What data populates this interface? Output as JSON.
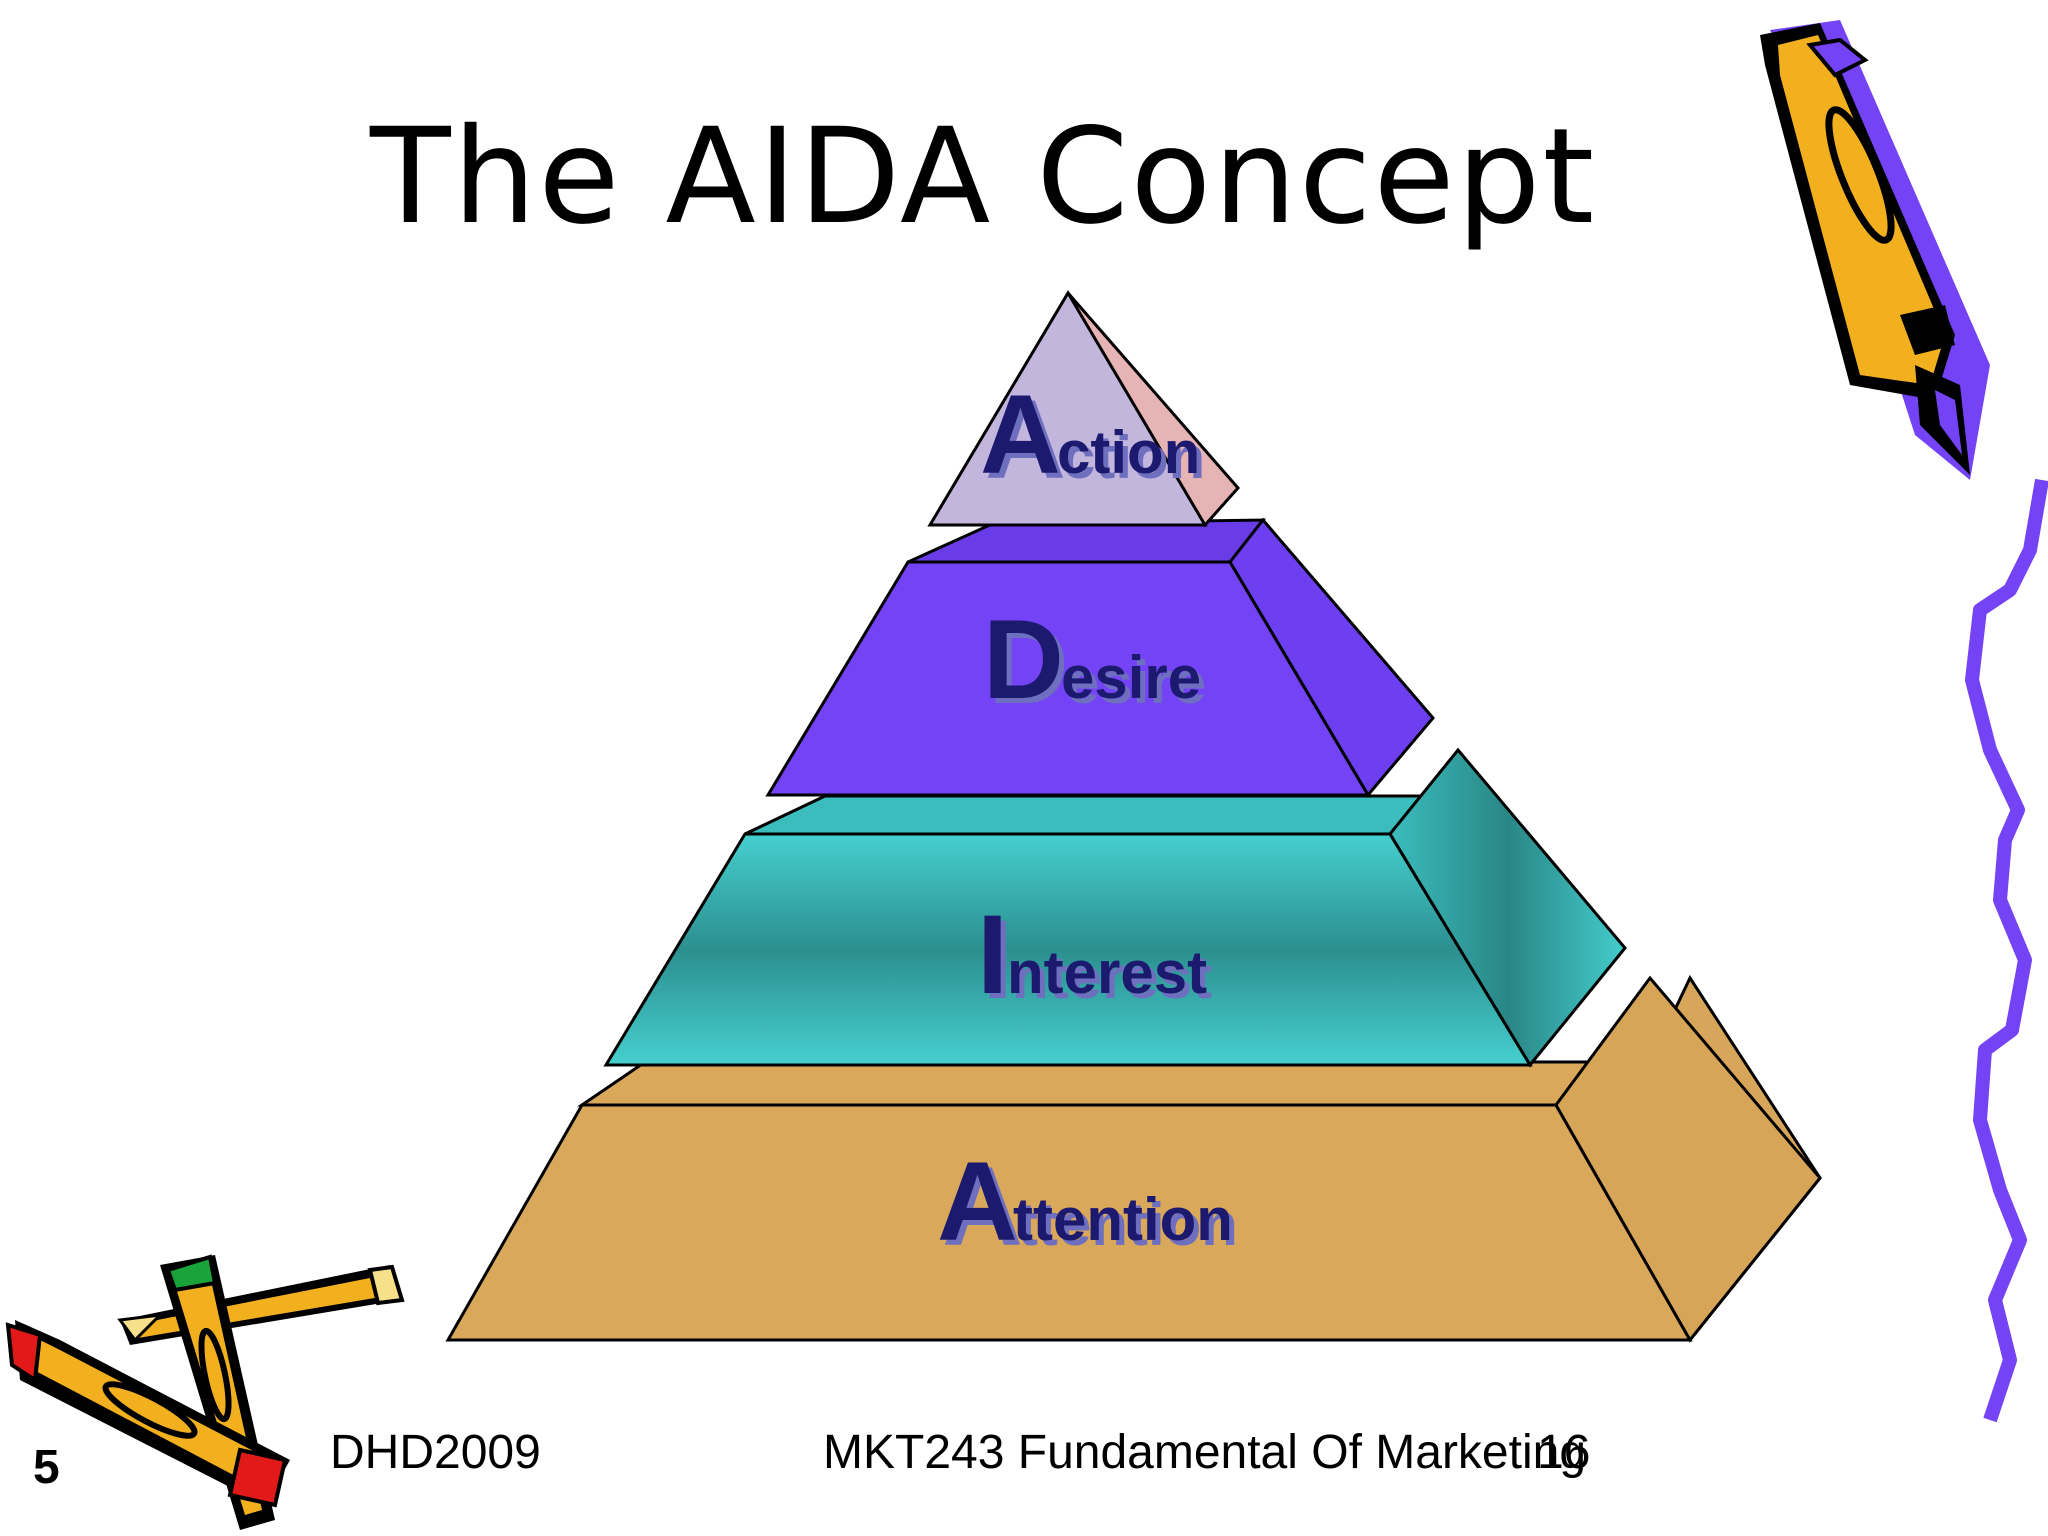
{
  "slide": {
    "title": "The AIDA Concept",
    "slide_number": "5"
  },
  "pyramid": {
    "levels": [
      {
        "initial": "A",
        "rest": "ction",
        "color": "#c3b6dd"
      },
      {
        "initial": "D",
        "rest": "esire",
        "color": "#7443f5"
      },
      {
        "initial": "I",
        "rest": "nterest",
        "color": "#3ec0c0"
      },
      {
        "initial": "A",
        "rest": "ttention",
        "color": "#d9a85b"
      }
    ],
    "label_color": "#1c1a6e",
    "label_shadow_color": "#6f6fbf"
  },
  "footer": {
    "left": "DHD2009",
    "center": "MKT243 Fundamental Of Marketing",
    "page": "16"
  },
  "decorations": {
    "pencil_body_color": "#f2b01e",
    "pencil_accent_color": "#7443f5",
    "squiggle_color": "#7443f5"
  }
}
